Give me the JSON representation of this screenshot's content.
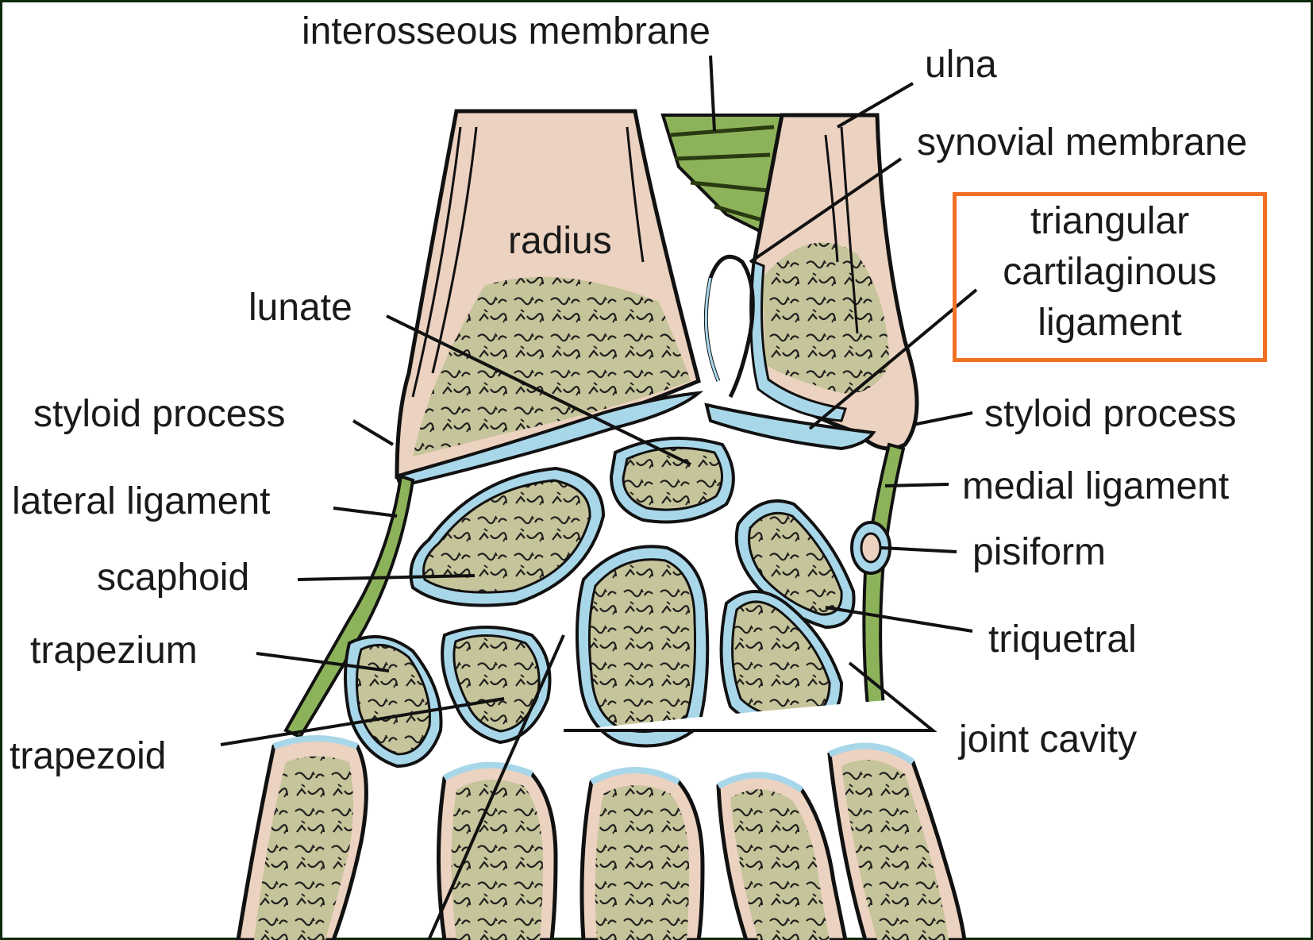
{
  "colors": {
    "frame": "#0c2a0c",
    "bone": "#ecd2c0",
    "marrow": "#c6c49a",
    "cartilage": "#a9d7ea",
    "ligament": "#8db35a",
    "outline": "#111111",
    "highlight": "#f07024"
  },
  "labels": {
    "interosseous_membrane": "interosseous membrane",
    "ulna": "ulna",
    "synovial_membrane": "synovial membrane",
    "radius": "radius",
    "lunate": "lunate",
    "styloid_process_left": "styloid process",
    "styloid_process_right": "styloid process",
    "lateral_ligament": "lateral ligament",
    "medial_ligament": "medial ligament",
    "pisiform": "pisiform",
    "scaphoid": "scaphoid",
    "trapezium": "trapezium",
    "triquetral": "triquetral",
    "trapezoid": "trapezoid",
    "joint_cavity": "joint cavity"
  },
  "highlight": {
    "lines": [
      "triangular",
      "cartilaginous",
      "ligament"
    ]
  }
}
